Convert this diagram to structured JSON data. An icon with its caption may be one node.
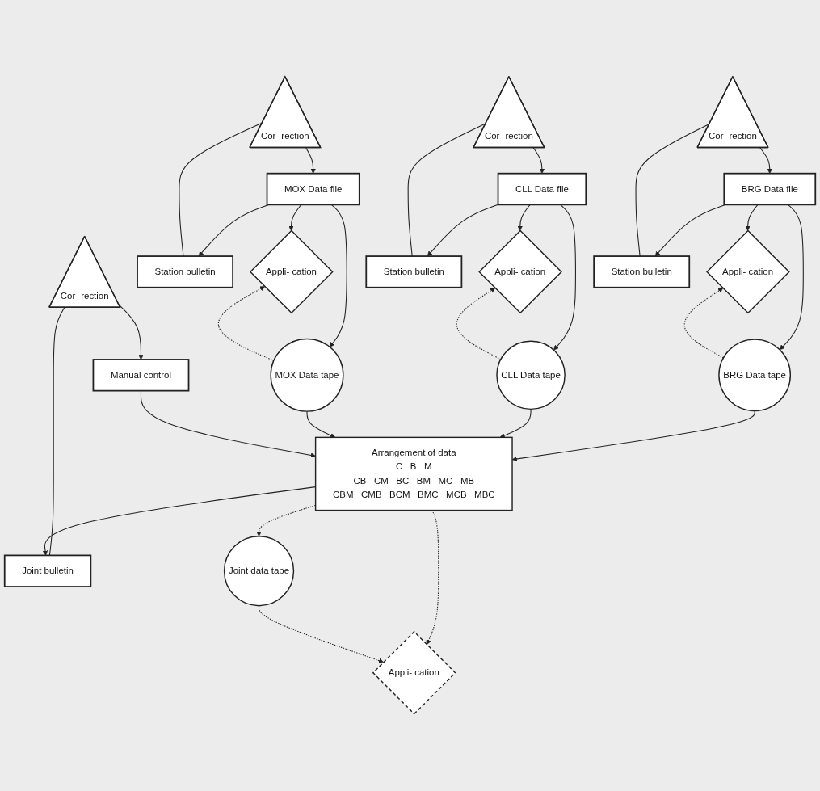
{
  "diagram": {
    "nodes": [
      {
        "text": [
          "BRG Data file"
        ]
      },
      {
        "text": [
          "Cor- rection"
        ]
      },
      {
        "text": [
          "Appli- cation"
        ]
      },
      {
        "text": [
          "Station bulletin"
        ]
      },
      {
        "text": [
          "BRG Data tape"
        ]
      },
      {
        "text": [
          "CLL Data file"
        ]
      },
      {
        "text": [
          "Cor- rection"
        ]
      },
      {
        "text": [
          "Appli- cation"
        ]
      },
      {
        "text": [
          "Station bulletin"
        ]
      },
      {
        "text": [
          "CLL Data tape"
        ]
      },
      {
        "text": [
          "MOX Data file"
        ]
      },
      {
        "text": [
          "Cor- rection"
        ]
      },
      {
        "text": [
          "Appli- cation"
        ]
      },
      {
        "text": [
          "Station bulletin"
        ]
      },
      {
        "text": [
          "MOX Data tape"
        ]
      },
      {
        "text": [
          "Arrangement of data",
          "C",
          "B",
          "M",
          "CB",
          "CM",
          "BC",
          "BM",
          "MC",
          "MB",
          "CBM",
          "CMB",
          "BCM",
          "BMC",
          "MCB",
          "MBC"
        ]
      },
      {
        "text": [
          "Manual control"
        ]
      },
      {
        "text": [
          "Cor- rection"
        ]
      },
      {
        "text": [
          "Joint bulletin"
        ]
      },
      {
        "text": [
          "Appli- cation"
        ]
      },
      {
        "text": [
          "Joint data tape"
        ]
      }
    ],
    "edges": [
      {
        "from": 1,
        "to": 0,
        "arrow": "to"
      },
      {
        "from": 0,
        "to": 2,
        "arrow": "to"
      },
      {
        "from": 0,
        "to": 3,
        "arrow": "to"
      },
      {
        "from": 0,
        "to": 4,
        "arrow": "to"
      },
      {
        "from": 3,
        "to": 1,
        "arrow": "none"
      },
      {
        "from": 4,
        "to": 2,
        "arrow": "to",
        "style": "dashed"
      },
      {
        "from": 6,
        "to": 5,
        "arrow": "to"
      },
      {
        "from": 5,
        "to": 7,
        "arrow": "to"
      },
      {
        "from": 5,
        "to": 8,
        "arrow": "to"
      },
      {
        "from": 5,
        "to": 9,
        "arrow": "to"
      },
      {
        "from": 8,
        "to": 6,
        "arrow": "none"
      },
      {
        "from": 9,
        "to": 7,
        "arrow": "to",
        "style": "dashed"
      },
      {
        "from": 11,
        "to": 10,
        "arrow": "to"
      },
      {
        "from": 10,
        "to": 12,
        "arrow": "to"
      },
      {
        "from": 10,
        "to": 13,
        "arrow": "to"
      },
      {
        "from": 10,
        "to": 14,
        "arrow": "to"
      },
      {
        "from": 13,
        "to": 11,
        "arrow": "none"
      },
      {
        "from": 14,
        "to": 12,
        "arrow": "to",
        "style": "dashed"
      },
      {
        "from": 4,
        "to": 15,
        "arrow": "to"
      },
      {
        "from": 9,
        "to": 15,
        "arrow": "to"
      },
      {
        "from": 14,
        "to": 15,
        "arrow": "to"
      },
      {
        "from": 16,
        "to": 15,
        "arrow": "to"
      },
      {
        "from": 17,
        "to": 16,
        "arrow": "to"
      },
      {
        "from": 18,
        "to": 17,
        "arrow": "none"
      },
      {
        "from": 15,
        "to": 18,
        "arrow": "to"
      },
      {
        "from": 15,
        "to": 19,
        "arrow": "to",
        "style": "dashed"
      },
      {
        "from": 15,
        "to": 20,
        "arrow": "to",
        "style": "dashed"
      },
      {
        "from": 20,
        "to": 19,
        "arrow": "to",
        "style": "dashed"
      }
    ]
  }
}
